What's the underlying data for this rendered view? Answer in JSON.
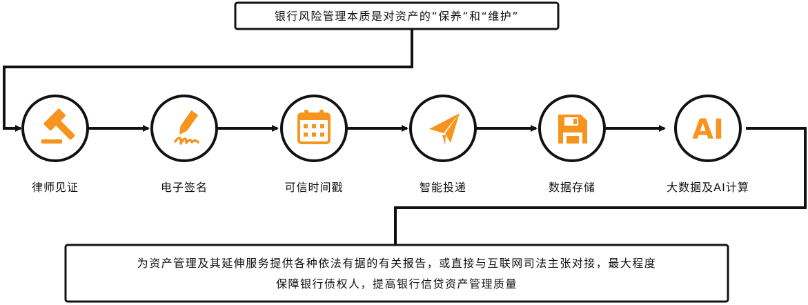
{
  "header_box": {
    "text": "银行风险管理本质是对资产的”保养”和“维护”"
  },
  "steps": [
    {
      "label": "律师见证",
      "icon": "gavel-icon"
    },
    {
      "label": "电子签名",
      "icon": "pen-signature-icon"
    },
    {
      "label": "可信时间戳",
      "icon": "calendar-icon"
    },
    {
      "label": "智能投递",
      "icon": "paper-plane-icon"
    },
    {
      "label": "数据存储",
      "icon": "floppy-disk-icon"
    },
    {
      "label": "大数据及AI计算",
      "icon": "ai-icon",
      "icon_text": "AI"
    }
  ],
  "footer_box": {
    "line1": "为资产管理及其延伸服务提供各种依法有据的有关报告，或直接与互联网司法主张对接，最大程度",
    "line2": "保障银行债权人，提高银行信贷资产管理质量"
  },
  "colors": {
    "accent": "#f7941d",
    "line": "#111111",
    "background": "#ffffff"
  }
}
